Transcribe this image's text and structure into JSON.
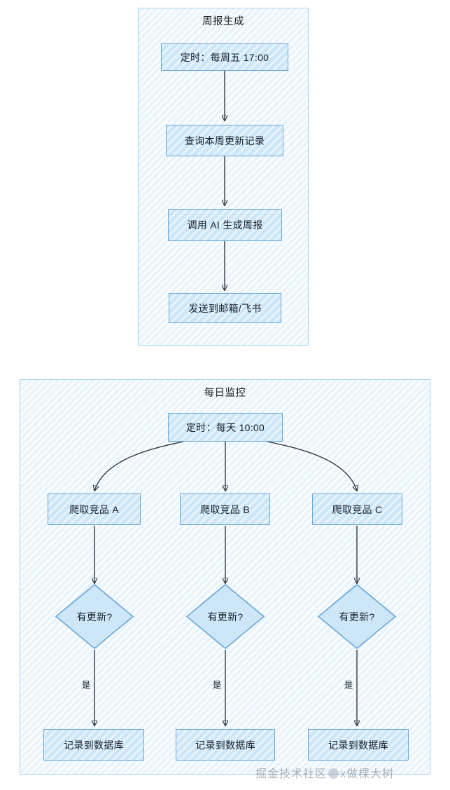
{
  "diagram": {
    "type": "flowchart",
    "direction": "top-down",
    "subgraphs": [
      {
        "id": "weekly-report",
        "title": "周报生成",
        "nodes": [
          {
            "id": "w1",
            "label": "定时：每周五 17:00",
            "shape": "rect"
          },
          {
            "id": "w2",
            "label": "查询本周更新记录",
            "shape": "rect"
          },
          {
            "id": "w3",
            "label": "调用 AI 生成周报",
            "shape": "rect"
          },
          {
            "id": "w4",
            "label": "发送到邮箱/飞书",
            "shape": "rect"
          }
        ],
        "edges": [
          {
            "from": "w1",
            "to": "w2",
            "label": ""
          },
          {
            "from": "w2",
            "to": "w3",
            "label": ""
          },
          {
            "from": "w3",
            "to": "w4",
            "label": ""
          }
        ]
      },
      {
        "id": "daily-monitor",
        "title": "每日监控",
        "nodes": [
          {
            "id": "d0",
            "label": "定时：每天 10:00",
            "shape": "rect"
          },
          {
            "id": "a1",
            "label": "爬取竞品 A",
            "shape": "rect"
          },
          {
            "id": "b1",
            "label": "爬取竞品 B",
            "shape": "rect"
          },
          {
            "id": "c1",
            "label": "爬取竞品 C",
            "shape": "rect"
          },
          {
            "id": "a2",
            "label": "有更新?",
            "shape": "diamond"
          },
          {
            "id": "b2",
            "label": "有更新?",
            "shape": "diamond"
          },
          {
            "id": "c2",
            "label": "有更新?",
            "shape": "diamond"
          },
          {
            "id": "a3",
            "label": "记录到数据库",
            "shape": "rect"
          },
          {
            "id": "b3",
            "label": "记录到数据库",
            "shape": "rect"
          },
          {
            "id": "c3",
            "label": "记录到数据库",
            "shape": "rect"
          }
        ],
        "edges": [
          {
            "from": "d0",
            "to": "a1",
            "label": ""
          },
          {
            "from": "d0",
            "to": "b1",
            "label": ""
          },
          {
            "from": "d0",
            "to": "c1",
            "label": ""
          },
          {
            "from": "a1",
            "to": "a2",
            "label": ""
          },
          {
            "from": "b1",
            "to": "b2",
            "label": ""
          },
          {
            "from": "c1",
            "to": "c2",
            "label": ""
          },
          {
            "from": "a2",
            "to": "a3",
            "label": "是"
          },
          {
            "from": "b2",
            "to": "b3",
            "label": "是"
          },
          {
            "from": "c2",
            "to": "c3",
            "label": "是"
          }
        ]
      }
    ],
    "edge_labels": {
      "yes_a": "是",
      "yes_b": "是",
      "yes_c": "是"
    }
  },
  "watermark": {
    "prefix": "掘金技术社区",
    "suffix": "x做棵大树"
  },
  "colors": {
    "node_fill": "#cde6f8",
    "node_stroke": "#6aa6d8",
    "subgraph_fill": "#e9f4fc",
    "subgraph_stroke": "#a8d3ef",
    "edge_stroke": "#333a42",
    "text": "#15202b"
  }
}
